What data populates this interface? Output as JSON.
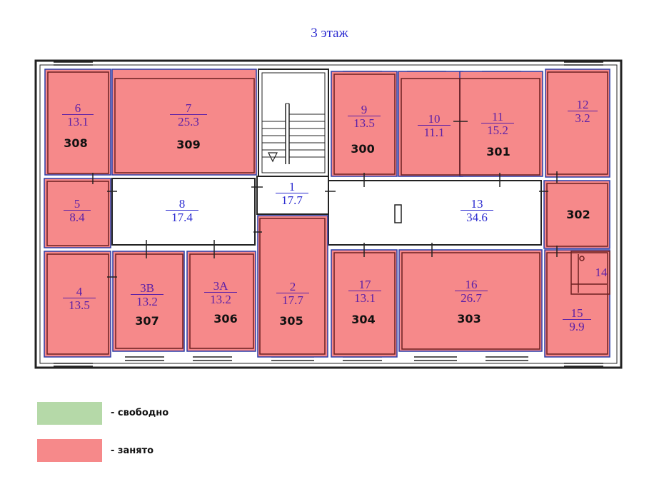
{
  "floor_title": "3 этаж",
  "colors": {
    "occupied": "#f6898a",
    "free": "#b5d9a8",
    "wall": "#222222",
    "outline": "#2a3da8"
  },
  "rooms": [
    {
      "id": "r6",
      "num": "6",
      "area": "13.1",
      "label": "308",
      "status": "occupied"
    },
    {
      "id": "r7",
      "num": "7",
      "area": "25.3",
      "label": "309",
      "status": "occupied"
    },
    {
      "id": "r9",
      "num": "9",
      "area": "13.5",
      "label": "300",
      "status": "occupied"
    },
    {
      "id": "r10",
      "num": "10",
      "area": "11.1",
      "label": "",
      "status": "occupied"
    },
    {
      "id": "r11",
      "num": "11",
      "area": "15.2",
      "label": "301",
      "status": "occupied"
    },
    {
      "id": "r12",
      "num": "12",
      "area": "3.2",
      "label": "",
      "status": "occupied"
    },
    {
      "id": "r5",
      "num": "5",
      "area": "8.4",
      "label": "",
      "status": "occupied"
    },
    {
      "id": "r8",
      "num": "8",
      "area": "17.4",
      "label": "",
      "status": "common"
    },
    {
      "id": "r1",
      "num": "1",
      "area": "17.7",
      "label": "",
      "status": "common"
    },
    {
      "id": "r13",
      "num": "13",
      "area": "34.6",
      "label": "",
      "status": "common"
    },
    {
      "id": "r302",
      "num": "",
      "area": "",
      "label": "302",
      "status": "occupied"
    },
    {
      "id": "r4",
      "num": "4",
      "area": "13.5",
      "label": "",
      "status": "occupied"
    },
    {
      "id": "r3b",
      "num": "3В",
      "area": "13.2",
      "label": "307",
      "status": "occupied"
    },
    {
      "id": "r3a",
      "num": "3А",
      "area": "13.2",
      "label": "306",
      "status": "occupied"
    },
    {
      "id": "r2",
      "num": "2",
      "area": "17.7",
      "label": "305",
      "status": "occupied"
    },
    {
      "id": "r17",
      "num": "17",
      "area": "13.1",
      "label": "304",
      "status": "occupied"
    },
    {
      "id": "r16",
      "num": "16",
      "area": "26.7",
      "label": "303",
      "status": "occupied"
    },
    {
      "id": "r15",
      "num": "15",
      "area": "9.9",
      "label": "",
      "status": "occupied"
    },
    {
      "id": "r14",
      "num": "14",
      "area": "",
      "label": "",
      "status": "occupied"
    }
  ],
  "legend": [
    {
      "id": "free",
      "text": "- свободно",
      "color": "#b5d9a8"
    },
    {
      "id": "occupied",
      "text": "- занято",
      "color": "#f6898a"
    }
  ]
}
